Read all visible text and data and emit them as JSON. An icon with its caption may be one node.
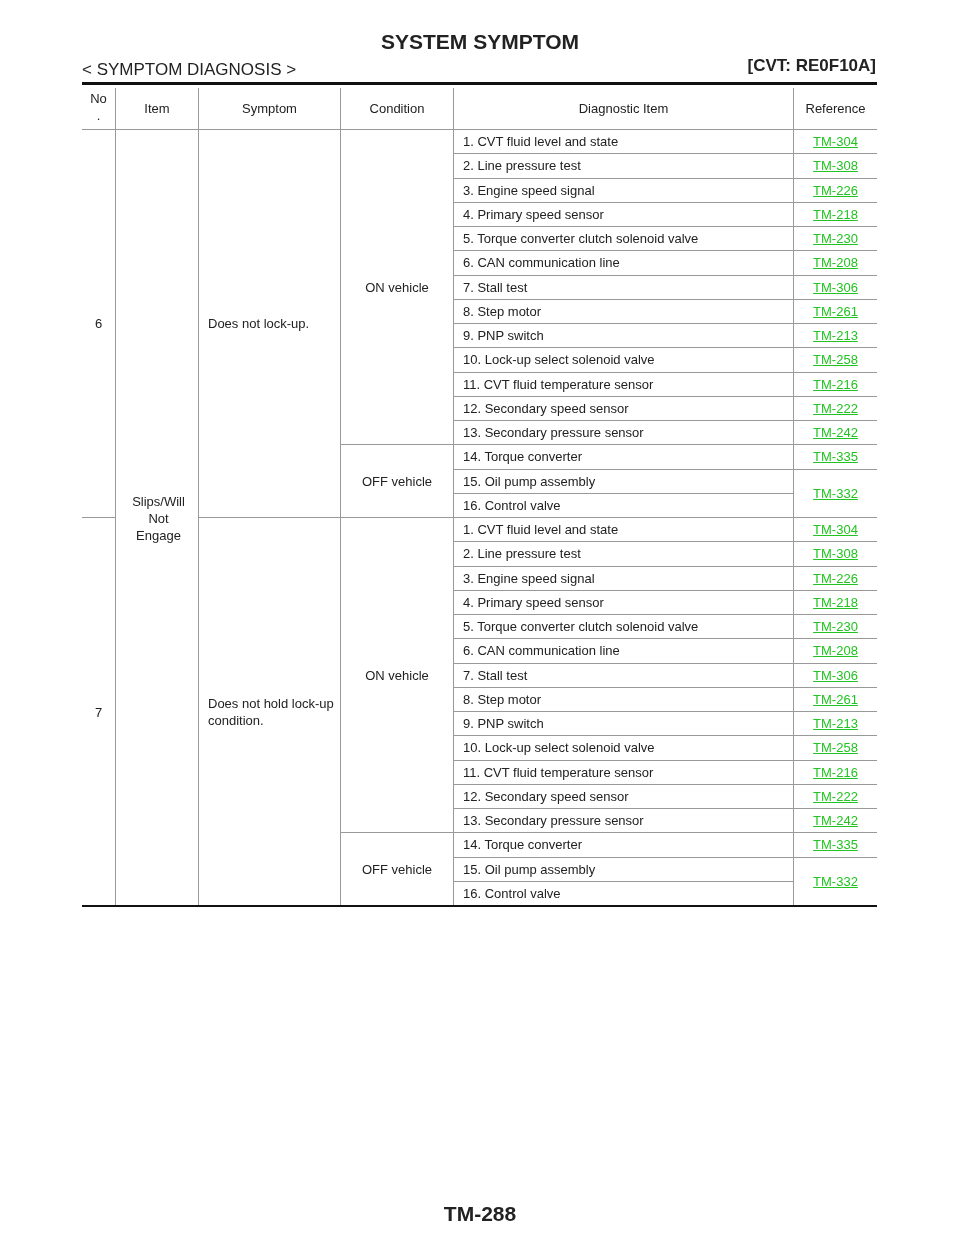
{
  "diagram": {
    "title": "SYSTEM SYMPTOM",
    "labels": [
      "< SYMPTOM DIAGNOSIS >",
      "[CVT: RE0F10A]",
      "No .",
      "Item",
      "Symptom",
      "Condition",
      "Diagnostic Item",
      "Reference",
      "6",
      "Slips/Will Not Engage",
      "Does not lock-up.",
      "ON vehicle",
      "1. CVT fluid level and state",
      "TM-304",
      "2. Line pressure test",
      "TM-308",
      "3. Engine speed signal",
      "TM-226",
      "4. Primary speed sensor",
      "TM-218",
      "5. Torque converter clutch solenoid valve",
      "TM-230",
      "6. CAN communication line",
      "TM-208",
      "7. Stall test",
      "TM-306",
      "8. Step motor",
      "TM-261",
      "9. PNP switch",
      "TM-213",
      "10. Lock-up select solenoid valve",
      "TM-258",
      "11. CVT fluid temperature sensor",
      "TM-216",
      "12. Secondary speed sensor",
      "TM-222",
      "13. Secondary pressure sensor",
      "TM-242",
      "OFF vehicle",
      "14. Torque converter",
      "TM-335",
      "15. Oil pump assembly",
      "TM-332",
      "16. Control valve",
      "7",
      "Does not hold lock-up condition.",
      "ON vehicle",
      "1. CVT fluid level and state",
      "TM-304",
      "2. Line pressure test",
      "TM-308",
      "3. Engine speed signal",
      "TM-226",
      "4. Primary speed sensor",
      "TM-218",
      "5. Torque converter clutch solenoid valve",
      "TM-230",
      "6. CAN communication line",
      "TM-208",
      "7. Stall test",
      "TM-306",
      "8. Step motor",
      "TM-261",
      "9. PNP switch",
      "TM-213",
      "10. Lock-up select solenoid valve",
      "TM-258",
      "11. CVT fluid temperature sensor",
      "TM-216",
      "12. Secondary speed sensor",
      "TM-222",
      "13. Secondary pressure sensor",
      "TM-242",
      "OFF vehicle",
      "14. Torque converter",
      "TM-335",
      "15. Oil pump assembly",
      "TM-332",
      "16. Control valve",
      "TM-288"
    ]
  }
}
